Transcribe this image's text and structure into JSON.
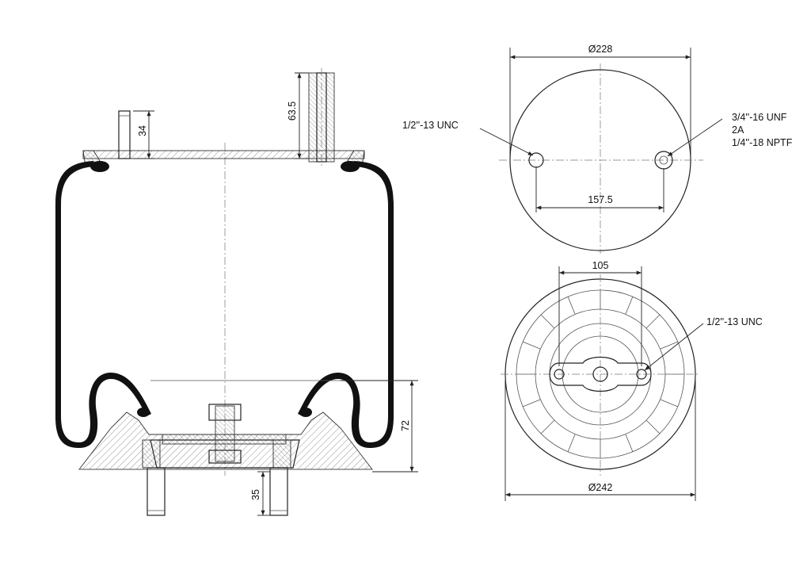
{
  "side_view": {
    "dims": {
      "stud_left": "34",
      "stud_right": "63.5",
      "piston_height": "72",
      "bottom_stud": "35"
    }
  },
  "top_view": {
    "dims": {
      "diameter": "Ø228",
      "hole_spacing": "157.5"
    },
    "callouts": {
      "left_port": "1/2''-13 UNC",
      "right_port_line1": "3/4''-16 UNF",
      "right_port_line2": "2A",
      "right_port_line3": "1/4''-18 NPTF"
    }
  },
  "bottom_view": {
    "dims": {
      "diameter": "Ø242",
      "hole_spacing": "105"
    },
    "callouts": {
      "port": "1/2''-13 UNC"
    }
  },
  "colors": {
    "line": "#111111",
    "background": "#ffffff"
  }
}
